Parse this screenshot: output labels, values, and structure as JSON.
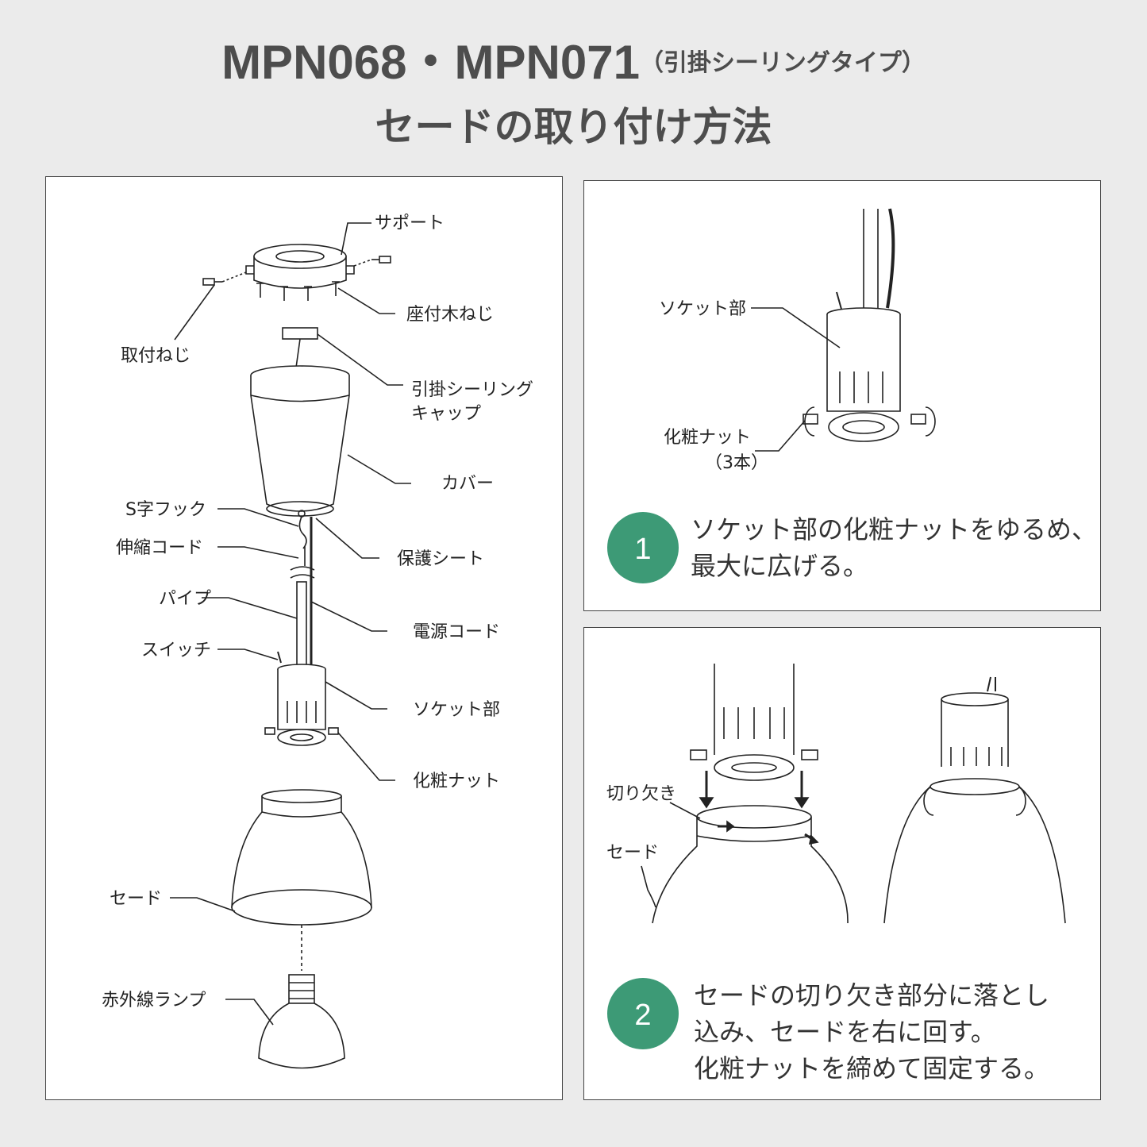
{
  "title": {
    "model": "MPN068・MPN071",
    "type": "（引掛シーリングタイプ）",
    "heading": "セードの取り付け方法"
  },
  "parts": {
    "support": "サポート",
    "wood_screw": "座付木ねじ",
    "mount_screw": "取付ねじ",
    "ceiling_cap_1": "引掛シーリング",
    "ceiling_cap_2": "キャップ",
    "cover": "カバー",
    "s_hook": "S字フック",
    "ext_cord": "伸縮コード",
    "protect_sheet": "保護シート",
    "pipe": "パイプ",
    "power_cord": "電源コード",
    "switch": "スイッチ",
    "socket": "ソケット部",
    "deco_nut": "化粧ナット",
    "shade": "セード",
    "lamp": "赤外線ランプ"
  },
  "step1": {
    "number": "1",
    "socket_label": "ソケット部",
    "nut_label": "化粧ナット",
    "nut_count": "（3本）",
    "line1": "ソケット部の化粧ナットをゆるめ、",
    "line2": "最大に広げる。"
  },
  "step2": {
    "number": "2",
    "notch_label": "切り欠き",
    "shade_label": "セード",
    "line1": "セードの切り欠き部分に落とし",
    "line2": "込み、セードを右に回す。",
    "line3": "化粧ナットを締めて固定する。"
  },
  "colors": {
    "accent": "#3d9a76",
    "background": "#ebebeb",
    "title": "#4d4d4d",
    "line": "#222222"
  }
}
